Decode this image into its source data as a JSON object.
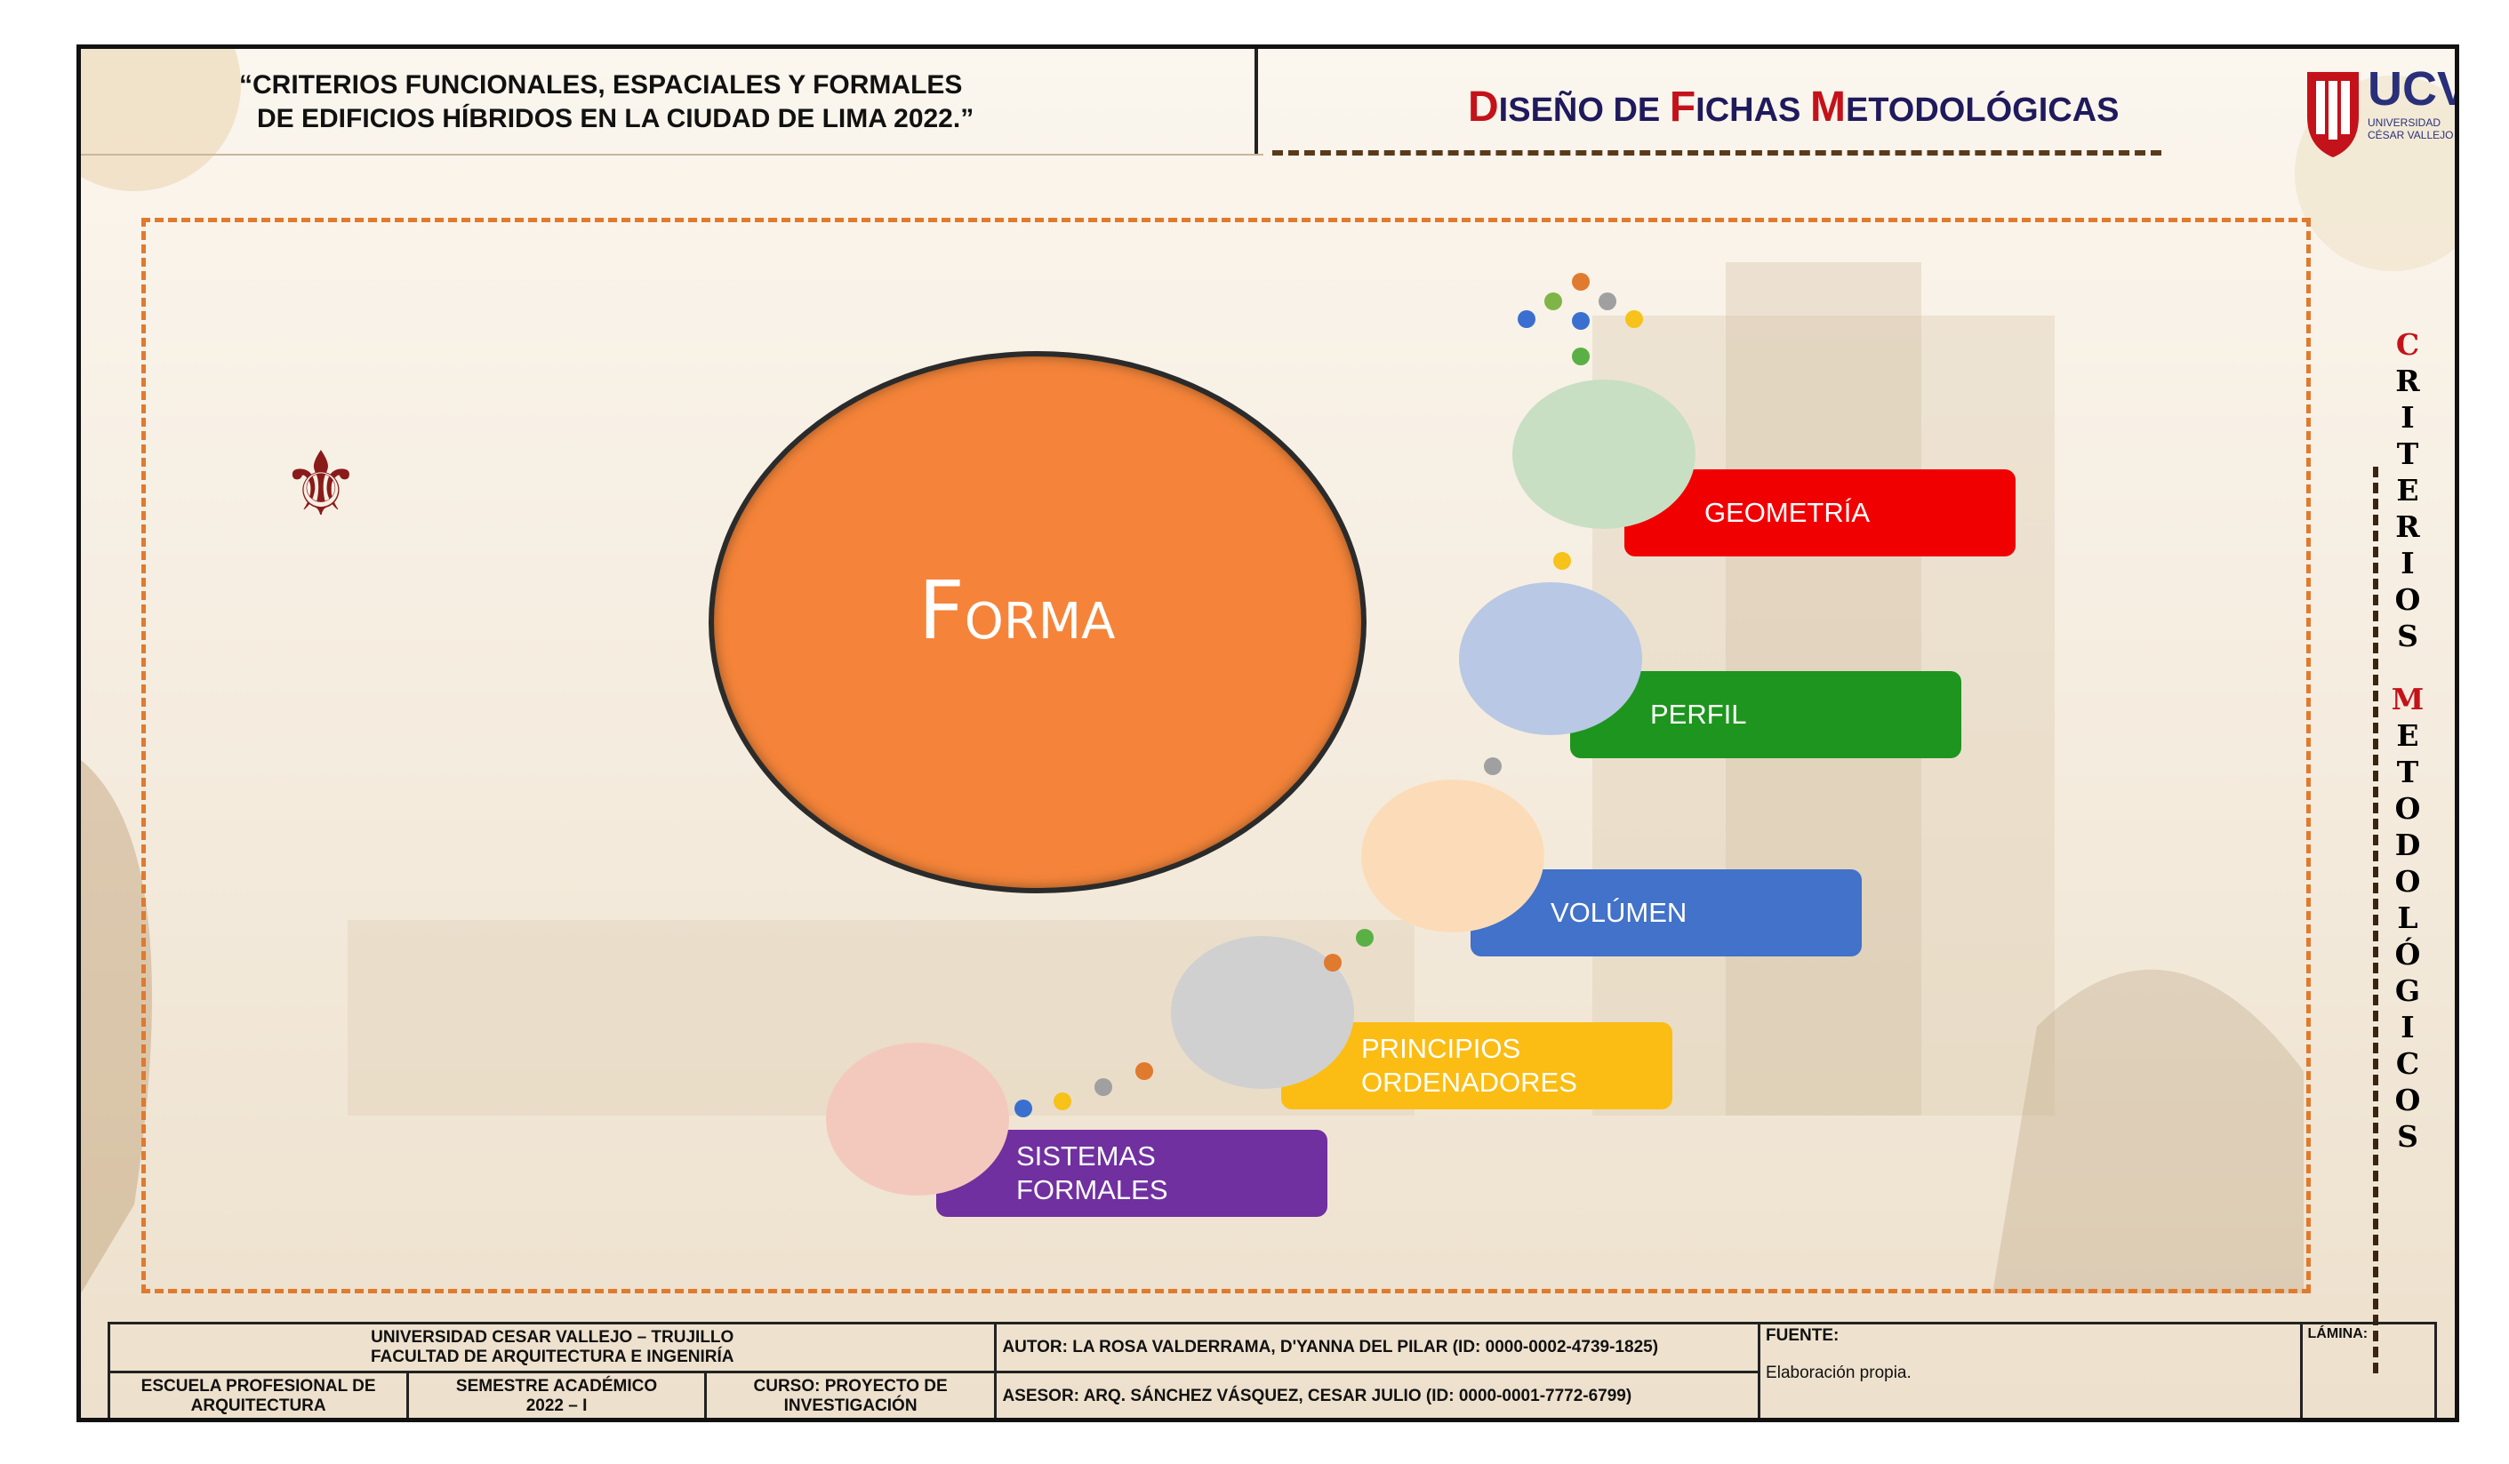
{
  "header": {
    "title_line1": "“CRITERIOS FUNCIONALES, ESPACIALES Y FORMALES",
    "title_line2": "DE EDIFICIOS HÍBRIDOS EN LA CIUDAD DE LIMA 2022.”",
    "doc_title": {
      "w1_cap": "D",
      "w1_rest": "ISEÑO DE ",
      "w2_cap": "F",
      "w2_rest": "ICHAS ",
      "w3_cap": "M",
      "w3_rest": "ETODOLÓGICAS"
    },
    "logo": {
      "text": "UCV",
      "sub1": "UNIVERSIDAD",
      "sub2": "CÉSAR VALLEJO"
    }
  },
  "side_text": {
    "word1": [
      "C",
      "R",
      "I",
      "T",
      "E",
      "R",
      "I",
      "O",
      "S"
    ],
    "word2": [
      "M",
      "E",
      "T",
      "O",
      "D",
      "O",
      "L",
      "Ó",
      "G",
      "I",
      "C",
      "O",
      "S"
    ],
    "colors": {
      "accent": "#c4121a",
      "main": "#1a1a1a"
    }
  },
  "diagram": {
    "center": {
      "cap": "F",
      "rest": "ORMA",
      "color": "#f5843a"
    },
    "items": [
      {
        "line1": "GEOMETRÍA",
        "line2": "",
        "color": "#f00000",
        "bubble_color": "#c8dfc3"
      },
      {
        "line1": "PERFIL",
        "line2": "",
        "color": "#1e951e",
        "bubble_color": "#b9c8e4"
      },
      {
        "line1": "VOLÚMEN",
        "line2": "",
        "color": "#4272c9",
        "bubble_color": "#fcdcb8"
      },
      {
        "line1": "PRINCIPIOS",
        "line2": "ORDENADORES",
        "color": "#fbbd14",
        "bubble_color": "#d0d0d0"
      },
      {
        "line1": "SISTEMAS",
        "line2": "FORMALES",
        "color": "#7030a0",
        "bubble_color": "#f4c9bd"
      }
    ]
  },
  "footer": {
    "university_line1": "UNIVERSIDAD CESAR VALLEJO  –  TRUJILLO",
    "university_line2": "FACULTAD DE ARQUITECTURA E INGENIRÍA",
    "school_line1": "ESCUELA PROFESIONAL DE",
    "school_line2": "ARQUITECTURA",
    "semester_line1": "SEMESTRE ACADÉMICO",
    "semester_line2": "2022 – I",
    "course_line1": "CURSO: PROYECTO DE",
    "course_line2": "INVESTIGACIÓN",
    "author": "AUTOR: LA ROSA VALDERRAMA, D'YANNA DEL PILAR (ID: 0000-0002-4739-1825)",
    "advisor": "ASESOR: ARQ. SÁNCHEZ VÁSQUEZ, CESAR JULIO (ID: 0000-0001-7772-6799)",
    "source_label": "FUENTE:",
    "source_value": "Elaboración propia.",
    "sheet_label": "LÁMINA:"
  }
}
